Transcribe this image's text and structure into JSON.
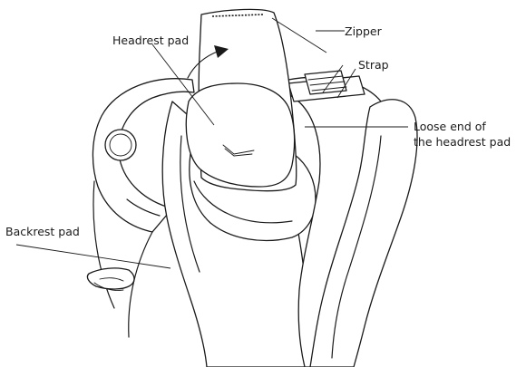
{
  "labels": {
    "headrest_pad": "Headrest pad",
    "zipper": "Zipper",
    "strap": "Strap",
    "loose_end_line1": "Loose end of",
    "loose_end_line2": "the headrest pad",
    "backrest_pad": "Backrest pad"
  }
}
